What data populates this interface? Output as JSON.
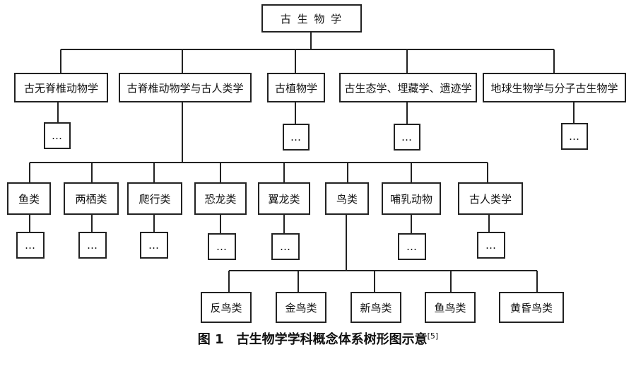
{
  "root": {
    "label": "古 生 物 学"
  },
  "level1": [
    {
      "label": "古无脊椎动物学"
    },
    {
      "label": "古脊椎动物学与古人类学"
    },
    {
      "label": "古植物学"
    },
    {
      "label": "古生态学、埋藏学、遗迹学"
    },
    {
      "label": "地球生物学与分子古生物学"
    }
  ],
  "level2": [
    {
      "label": "鱼类"
    },
    {
      "label": "两栖类"
    },
    {
      "label": "爬行类"
    },
    {
      "label": "恐龙类"
    },
    {
      "label": "翼龙类"
    },
    {
      "label": "鸟类"
    },
    {
      "label": "哺乳动物"
    },
    {
      "label": "古人类学"
    }
  ],
  "level3": [
    {
      "label": "反鸟类"
    },
    {
      "label": "金鸟类"
    },
    {
      "label": "新鸟类"
    },
    {
      "label": "鱼鸟类"
    },
    {
      "label": "黄昏鸟类"
    }
  ],
  "ellipsis": "…",
  "caption": {
    "main": "图 1　古生物学学科概念体系树形图示意",
    "ref": "[5]"
  }
}
